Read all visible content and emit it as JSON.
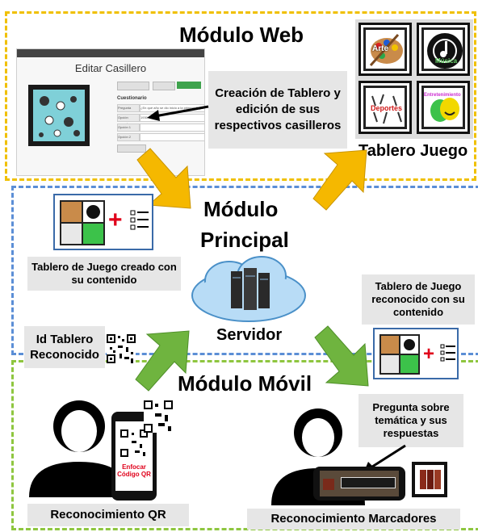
{
  "titles": {
    "web": "Módulo Web",
    "principal_line1": "Módulo",
    "principal_line2": "Principal",
    "servidor": "Servidor",
    "movil": "Módulo Móvil"
  },
  "labels": {
    "creacion": "Creación de Tablero y edición de sus respectivos casilleros",
    "tablero_juego": "Tablero Juego",
    "tablero_creado": "Tablero de Juego creado con su contenido",
    "tablero_reconocido": "Tablero de Juego reconocido con su contenido",
    "id_tablero": "Id Tablero Reconocido",
    "pregunta": "Pregunta sobre temática y sus respuestas",
    "reconocimiento_qr": "Reconocimiento QR",
    "reconocimiento_marcadores": "Reconocimiento Marcadores",
    "enfocar_qr": "Enfocar Código QR"
  },
  "board_tiles": [
    "Arte",
    "Música",
    "Deportes",
    "Entretenimiento"
  ],
  "screenshot": {
    "header": "Editar Casillero",
    "form_title": "Cuestionario",
    "fields": [
      "Pregunta",
      "Opción correcta",
      "Opción 1",
      "Opción 2"
    ],
    "sample_question": "¿En qué año se dio inicio a la primera Copa Mundial de fútbol?",
    "sample_answer": "1930"
  },
  "colors": {
    "web_border": "#f0c000",
    "main_border": "#5b8ed6",
    "movil_border": "#8ec63f",
    "arrow_yellow": "#f5b800",
    "arrow_green": "#6fb43f",
    "plus_red": "#e0001a"
  }
}
